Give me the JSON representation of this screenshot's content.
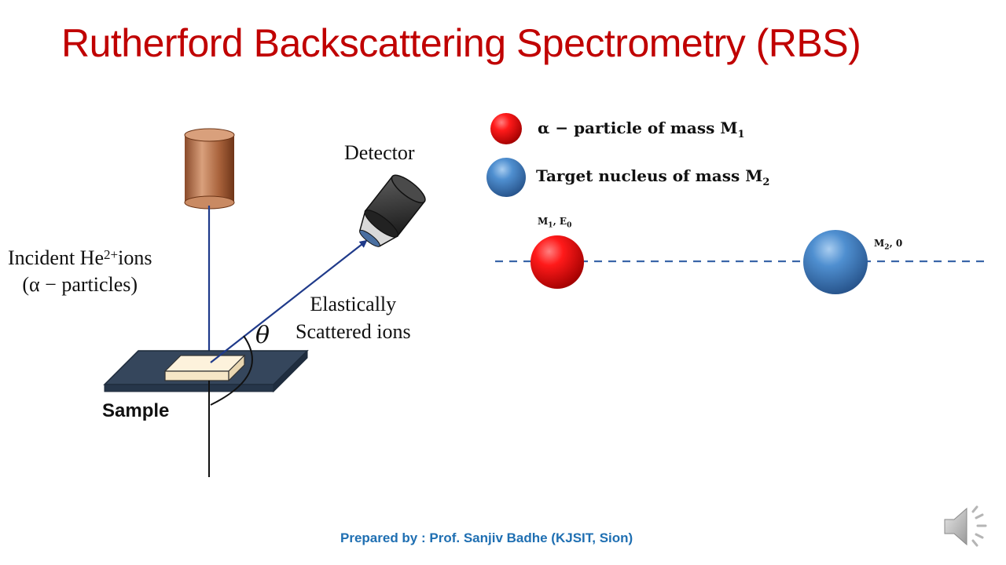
{
  "slide": {
    "title": "Rutherford Backscattering Spectrometry (RBS)",
    "footer": "Prepared by : Prof. Sanjiv Badhe (KJSIT, Sion)"
  },
  "setup": {
    "incident_line1_a": "Incident He",
    "incident_line1_sup": "2+",
    "incident_line1_b": "ions",
    "incident_line2": "(α − particles)",
    "detector": "Detector",
    "scattered_line1": "Elastically",
    "scattered_line2": "Scattered ions",
    "sample": "Sample",
    "angle": "θ"
  },
  "legend": {
    "alpha_a": "α − particle of mass M",
    "alpha_sub": "1",
    "target_a": "Target nucleus of mass M",
    "target_sub": "2"
  },
  "collision": {
    "m1_a": "M",
    "m1_sub": "1",
    "m1_b": ", E",
    "m1_sub2": "0",
    "m2_a": "M",
    "m2_sub": "2",
    "m2_b": ", 0"
  },
  "colors": {
    "title": "#c00000",
    "alpha": "#e00000",
    "target": "#3f78b8",
    "beam": "#1f3a8a",
    "footer": "#1f6fb2"
  },
  "icons": [
    "ion-source-cylinder",
    "detector-icon",
    "sample-substrate",
    "speaker-icon"
  ]
}
